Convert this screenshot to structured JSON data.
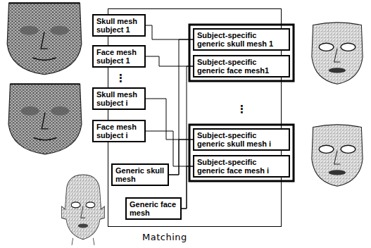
{
  "diagram": {
    "nodes": [
      {
        "text": [
          "Matching"
        ]
      },
      {
        "text": [
          "Skull mesh subject 1"
        ]
      },
      {
        "text": [
          "Face mesh subject 1"
        ]
      },
      {
        "text": [
          "Skull mesh subject i"
        ]
      },
      {
        "text": [
          "Face mesh subject i"
        ]
      },
      {
        "text": [
          "Generic skull mesh"
        ]
      },
      {
        "text": [
          "Generic face mesh"
        ]
      },
      {
        "text": [
          "Subject-specific generic skull mesh 1"
        ]
      },
      {
        "text": [
          "Subject-specific generic face mesh1"
        ]
      },
      {
        "text": [
          "Subject-specific generic skull mesh i"
        ]
      },
      {
        "text": [
          "Subject-specific generic face mesh i"
        ]
      }
    ],
    "edges": [
      {
        "from": 1,
        "to": 7,
        "arrow": "none"
      },
      {
        "from": 2,
        "to": 8,
        "arrow": "none"
      },
      {
        "from": 3,
        "to": 9,
        "arrow": "none"
      },
      {
        "from": 4,
        "to": 10,
        "arrow": "none"
      },
      {
        "from": 5,
        "to": 7,
        "arrow": "none"
      },
      {
        "from": 5,
        "to": 9,
        "arrow": "none"
      },
      {
        "from": 6,
        "to": 8,
        "arrow": "none"
      },
      {
        "from": 6,
        "to": 10,
        "arrow": "none"
      }
    ],
    "labels": [
      "⋮",
      "⋮"
    ]
  }
}
